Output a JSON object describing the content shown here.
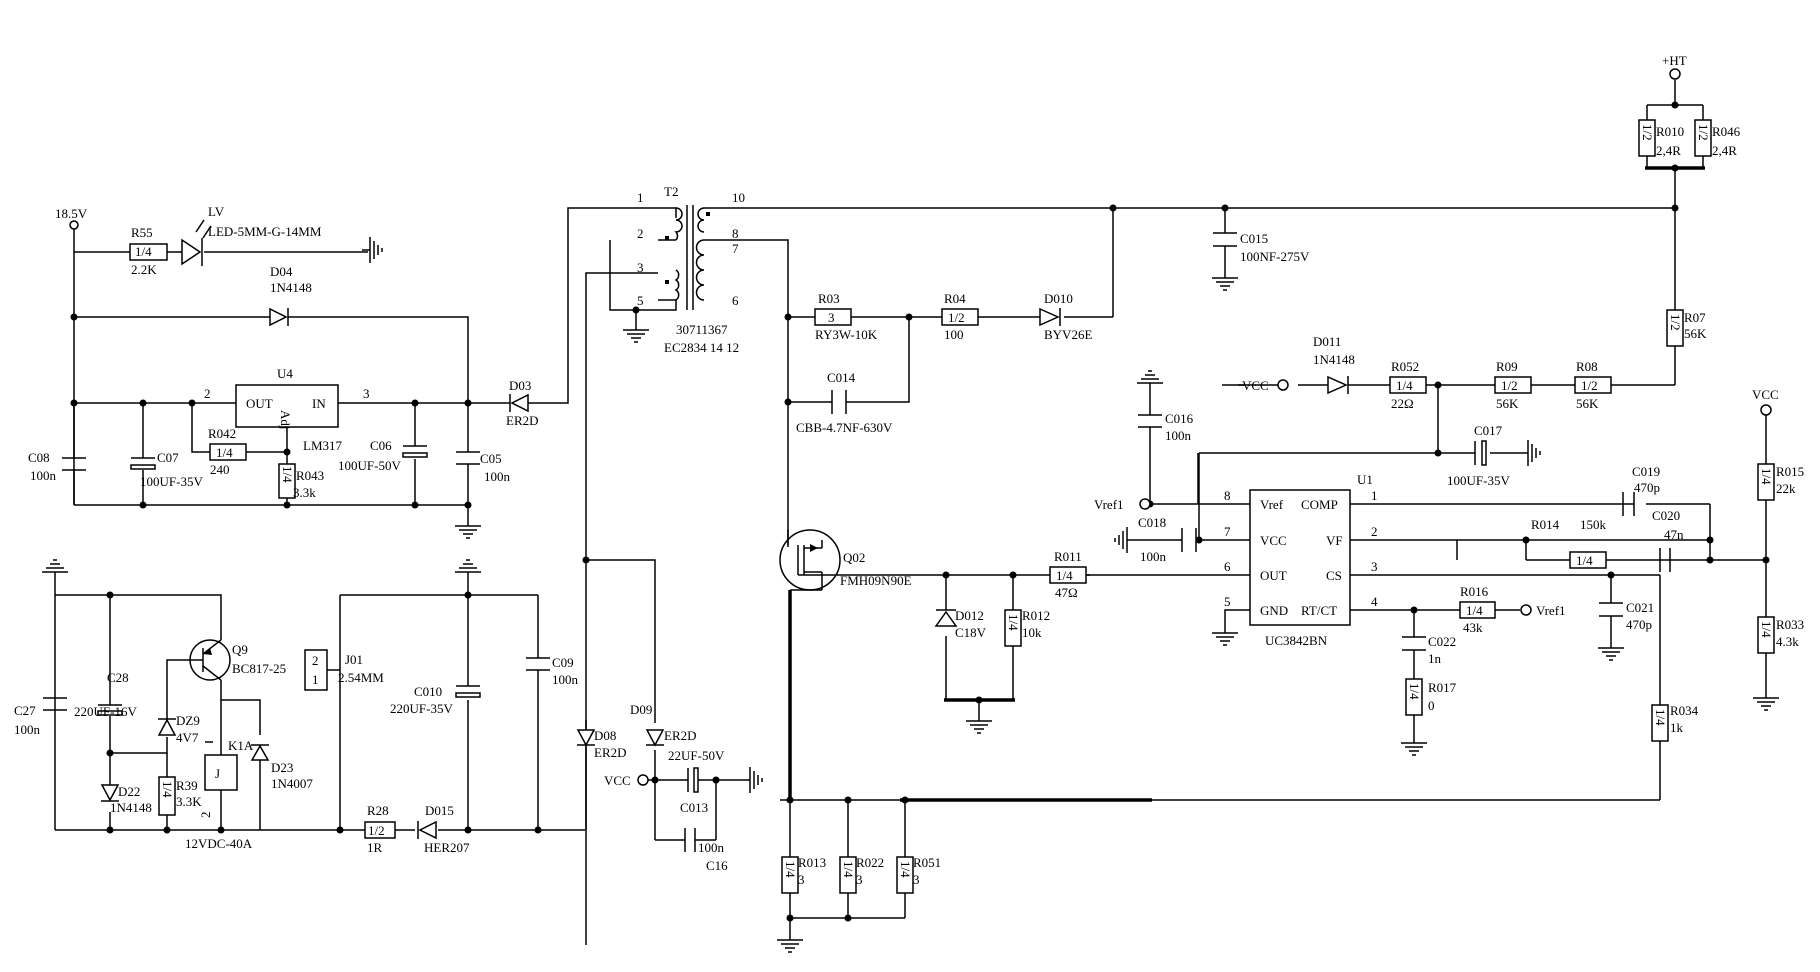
{
  "nets": {
    "v18_5": "18.5V",
    "ht": "+HT",
    "vcc_a": "VCC",
    "vcc_b": "VCC",
    "vcc_c": "VCC",
    "vref_a": "Vref1",
    "vref_b": "Vref1"
  },
  "components": {
    "R55": {
      "ref": "R55",
      "value": "2.2K",
      "rating": "1/4"
    },
    "LV": {
      "ref": "LV",
      "value": "LED-5MM-G-14MM"
    },
    "D04": {
      "ref": "D04",
      "value": "1N4148"
    },
    "U4": {
      "ref": "U4",
      "value": "LM317",
      "pin_out": "OUT",
      "pin_in": "IN",
      "pin_adj": "Adj",
      "pin2": "2",
      "pin3": "3"
    },
    "R042": {
      "ref": "R042",
      "value": "240",
      "rating": "1/4"
    },
    "R043": {
      "ref": "R043",
      "value": "3.3k",
      "rating": "1/4"
    },
    "C08": {
      "ref": "C08",
      "value": "100n"
    },
    "C07": {
      "ref": "C07",
      "value": "100UF-35V"
    },
    "C06": {
      "ref": "C06",
      "value": "100UF-50V"
    },
    "C05": {
      "ref": "C05",
      "value": "100n"
    },
    "D03": {
      "ref": "D03",
      "value": "ER2D"
    },
    "T2": {
      "ref": "T2",
      "part": "30711367",
      "code": "EC2834 14 12",
      "p1": "1",
      "p2": "2",
      "p3": "3",
      "p5": "5",
      "p10": "10",
      "p8": "8",
      "p7": "7",
      "p6": "6"
    },
    "C015": {
      "ref": "C015",
      "value": "100NF-275V"
    },
    "R010": {
      "ref": "R010",
      "value": "2,4R",
      "rating": "1/2"
    },
    "R046": {
      "ref": "R046",
      "value": "2,4R",
      "rating": "1/2"
    },
    "R03": {
      "ref": "R03",
      "value": "RY3W-10K",
      "rating": "3"
    },
    "R04": {
      "ref": "R04",
      "value": "100",
      "rating": "1/2"
    },
    "D010": {
      "ref": "D010",
      "value": "BYV26E"
    },
    "C014": {
      "ref": "C014",
      "value": "CBB-4.7NF-630V"
    },
    "R07": {
      "ref": "R07",
      "value": "56K",
      "rating": "1/2"
    },
    "D011": {
      "ref": "D011",
      "value": "1N4148"
    },
    "R052": {
      "ref": "R052",
      "value": "22Ω",
      "rating": "1/4"
    },
    "R09": {
      "ref": "R09",
      "value": "56K",
      "rating": "1/2"
    },
    "R08": {
      "ref": "R08",
      "value": "56K",
      "rating": "1/2"
    },
    "C016": {
      "ref": "C016",
      "value": "100n"
    },
    "C017": {
      "ref": "C017",
      "value": "100UF-35V"
    },
    "U1": {
      "ref": "U1",
      "value": "UC3842BN",
      "vref": "Vref",
      "comp": "COMP",
      "vcc": "VCC",
      "vf": "VF",
      "out": "OUT",
      "cs": "CS",
      "gnd": "GND",
      "rtct": "RT/CT",
      "p1": "1",
      "p2": "2",
      "p3": "3",
      "p4": "4",
      "p5": "5",
      "p6": "6",
      "p7": "7",
      "p8": "8"
    },
    "C018": {
      "ref": "C018",
      "value": "100n"
    },
    "C019": {
      "ref": "C019",
      "value": "470p"
    },
    "R014": {
      "ref": "R014",
      "value": "150k",
      "rating": "1/4"
    },
    "C020": {
      "ref": "C020",
      "value": "47n"
    },
    "R015": {
      "ref": "R015",
      "value": "22k",
      "rating": "1/4"
    },
    "R033": {
      "ref": "R033",
      "value": "4.3k",
      "rating": "1/4"
    },
    "Q02": {
      "ref": "Q02",
      "value": "FMH09N90E"
    },
    "R011": {
      "ref": "R011",
      "value": "47Ω",
      "rating": "1/4"
    },
    "D012": {
      "ref": "D012",
      "value": "C18V"
    },
    "R012": {
      "ref": "R012",
      "value": "10k",
      "rating": "1/4"
    },
    "R016": {
      "ref": "R016",
      "value": "43k",
      "rating": "1/4"
    },
    "C021": {
      "ref": "C021",
      "value": "470p"
    },
    "C022": {
      "ref": "C022",
      "value": "1n"
    },
    "R017": {
      "ref": "R017",
      "value": "0",
      "rating": "1/4"
    },
    "R034": {
      "ref": "R034",
      "value": "1k",
      "rating": "1/4"
    },
    "R013": {
      "ref": "R013",
      "value": "3",
      "rating": "1/4"
    },
    "R022": {
      "ref": "R022",
      "value": "3",
      "rating": "1/4"
    },
    "R051": {
      "ref": "R051",
      "value": "3",
      "rating": "1/4"
    },
    "Q9": {
      "ref": "Q9",
      "value": "BC817-25"
    },
    "C28": {
      "ref": "C28",
      "value": "220UF-16V"
    },
    "C27": {
      "ref": "C27",
      "value": "100n"
    },
    "DZ9": {
      "ref": "DZ9",
      "value": "4V7"
    },
    "D22": {
      "ref": "D22",
      "value": "1N4148"
    },
    "R39": {
      "ref": "R39",
      "value": "3.3K",
      "rating": "1/4"
    },
    "K1A": {
      "ref": "K1A",
      "value": "12VDC-40A",
      "coil": "J",
      "pin2": "2"
    },
    "D23": {
      "ref": "D23",
      "value": "1N4007"
    },
    "J01": {
      "ref": "J01",
      "value": "2.54MM",
      "p1": "1",
      "p2": "2"
    },
    "C010": {
      "ref": "C010",
      "value": "220UF-35V"
    },
    "C09": {
      "ref": "C09",
      "value": "100n"
    },
    "R28": {
      "ref": "R28",
      "value": "1R",
      "rating": "1/2"
    },
    "D015": {
      "ref": "D015",
      "value": "HER207"
    },
    "D08": {
      "ref": "D08",
      "value": "ER2D"
    },
    "D09": {
      "ref": "D09",
      "value": "ER2D"
    },
    "C013": {
      "ref": "C013",
      "value": "22UF-50V"
    },
    "C16": {
      "ref": "C16",
      "value": "100n"
    }
  }
}
